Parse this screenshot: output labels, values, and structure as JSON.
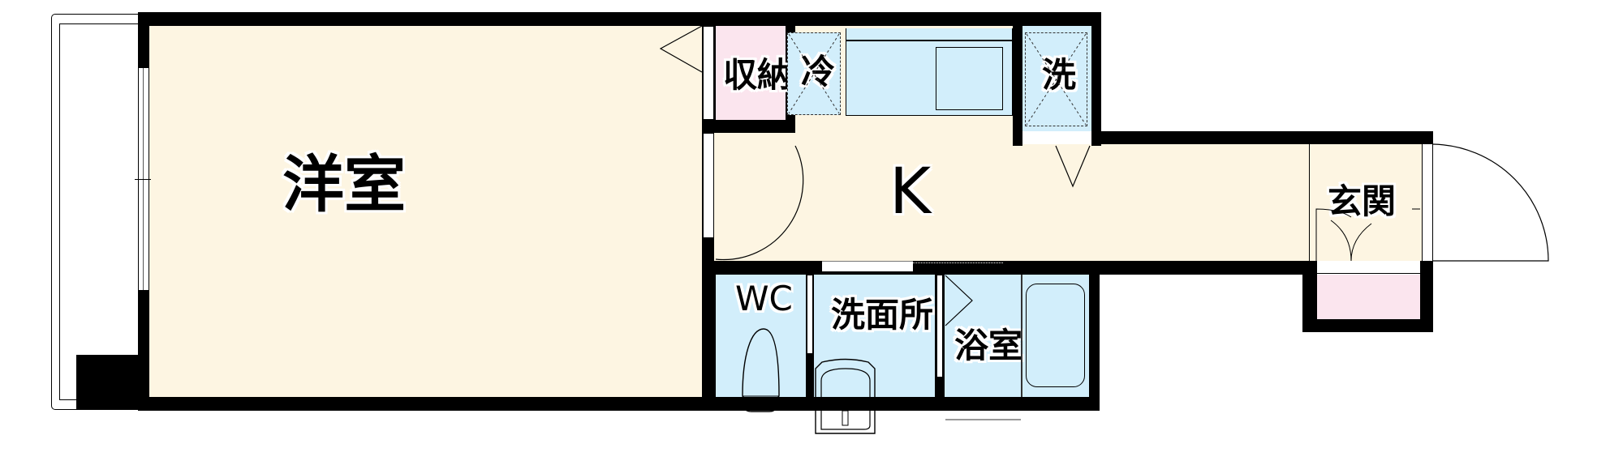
{
  "floorplan": {
    "rooms": {
      "western_room": {
        "label": "洋室"
      },
      "storage": {
        "label": "収納"
      },
      "kitchen": {
        "label": "K"
      },
      "refrigerator": {
        "label": "冷"
      },
      "washer": {
        "label": "洗"
      },
      "entrance": {
        "label": "玄関"
      },
      "toilet": {
        "label": "WC"
      },
      "washroom": {
        "label": "洗面所"
      },
      "bathroom": {
        "label": "浴室"
      }
    },
    "colors": {
      "wall": "#000000",
      "floor_room": "#fdf5e2",
      "floor_wet": "#d2eefb",
      "floor_storage": "#fbe5ee",
      "balcony": "#ffffff"
    }
  }
}
